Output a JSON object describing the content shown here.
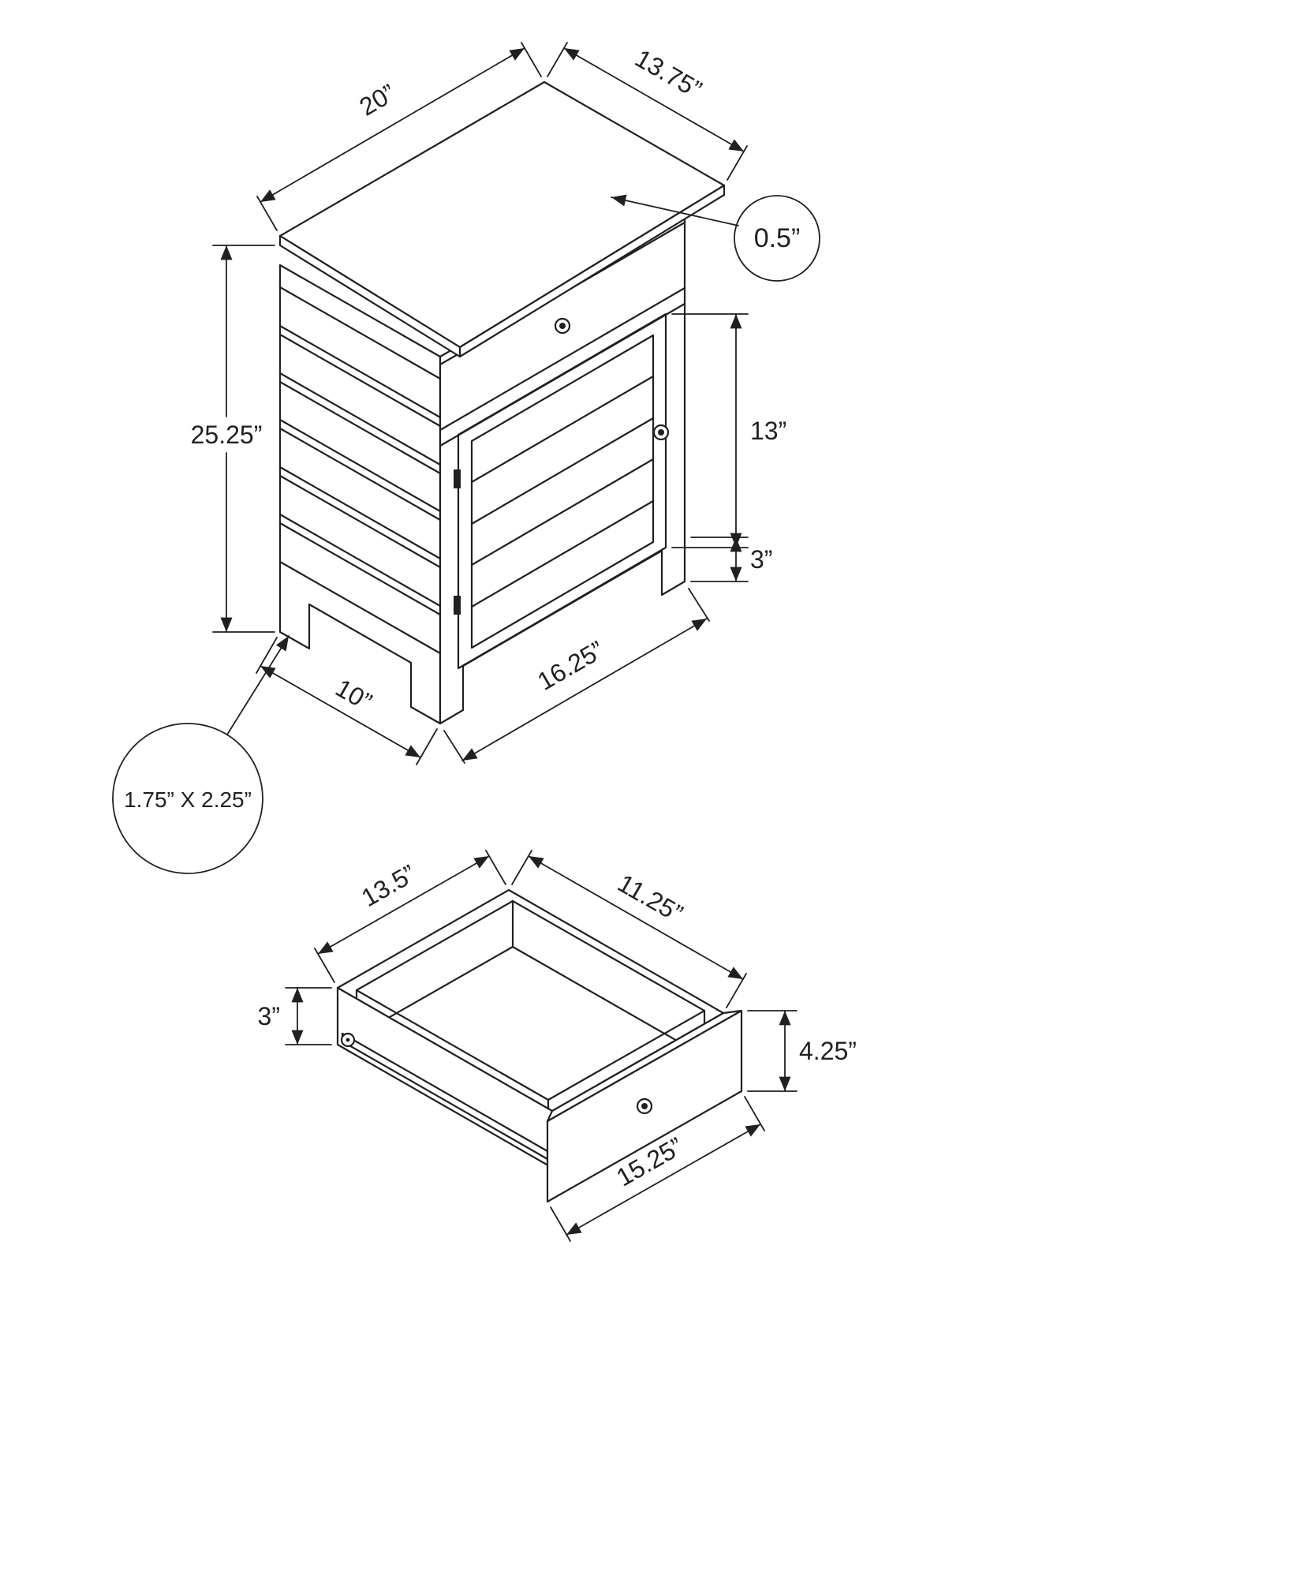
{
  "cabinet": {
    "top_width": "20”",
    "top_depth": "13.75”",
    "top_thickness": "0.5”",
    "overall_height": "25.25”",
    "door_height": "13”",
    "leg_height": "3”",
    "base_front": "16.25”",
    "base_side": "10”",
    "leg_section": "1.75” X 2.25”"
  },
  "drawer": {
    "inner_width": "13.5”",
    "inner_depth": "11.25”",
    "side_height": "3”",
    "front_height": "4.25”",
    "front_width": "15.25”"
  },
  "colors": {
    "line": "#231f20",
    "background": "#ffffff"
  }
}
